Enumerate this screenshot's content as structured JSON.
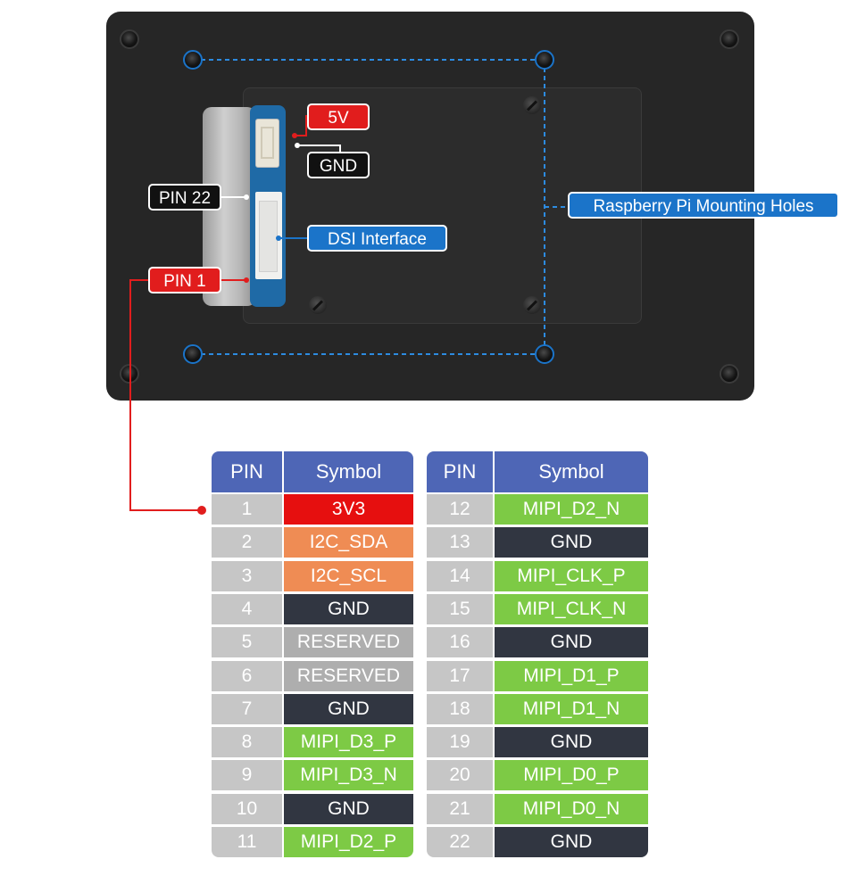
{
  "labels": {
    "v5": "5V",
    "gnd": "GND",
    "pin22": "PIN 22",
    "dsi": "DSI Interface",
    "pin1": "PIN 1",
    "mount": "Raspberry Pi Mounting Holes"
  },
  "table_headers": {
    "pin": "PIN",
    "symbol": "Symbol"
  },
  "colors": {
    "red": "#e60f0f",
    "orange": "#ef8c54",
    "dark": "#313641",
    "grey": "#aeaeae",
    "green": "#7dca45",
    "header": "#4e66b6"
  },
  "left_table": [
    {
      "pin": "1",
      "symbol": "3V3",
      "color": "red"
    },
    {
      "pin": "2",
      "symbol": "I2C_SDA",
      "color": "orange"
    },
    {
      "pin": "3",
      "symbol": "I2C_SCL",
      "color": "orange"
    },
    {
      "pin": "4",
      "symbol": "GND",
      "color": "dark"
    },
    {
      "pin": "5",
      "symbol": "RESERVED",
      "color": "grey"
    },
    {
      "pin": "6",
      "symbol": "RESERVED",
      "color": "grey"
    },
    {
      "pin": "7",
      "symbol": "GND",
      "color": "dark"
    },
    {
      "pin": "8",
      "symbol": "MIPI_D3_P",
      "color": "green"
    },
    {
      "pin": "9",
      "symbol": "MIPI_D3_N",
      "color": "green"
    },
    {
      "pin": "10",
      "symbol": "GND",
      "color": "dark"
    },
    {
      "pin": "11",
      "symbol": "MIPI_D2_P",
      "color": "green"
    }
  ],
  "right_table": [
    {
      "pin": "12",
      "symbol": "MIPI_D2_N",
      "color": "green"
    },
    {
      "pin": "13",
      "symbol": "GND",
      "color": "dark"
    },
    {
      "pin": "14",
      "symbol": "MIPI_CLK_P",
      "color": "green"
    },
    {
      "pin": "15",
      "symbol": "MIPI_CLK_N",
      "color": "green"
    },
    {
      "pin": "16",
      "symbol": "GND",
      "color": "dark"
    },
    {
      "pin": "17",
      "symbol": "MIPI_D1_P",
      "color": "green"
    },
    {
      "pin": "18",
      "symbol": "MIPI_D1_N",
      "color": "green"
    },
    {
      "pin": "19",
      "symbol": "GND",
      "color": "dark"
    },
    {
      "pin": "20",
      "symbol": "MIPI_D0_P",
      "color": "green"
    },
    {
      "pin": "21",
      "symbol": "MIPI_D0_N",
      "color": "green"
    },
    {
      "pin": "22",
      "symbol": "GND",
      "color": "dark"
    }
  ]
}
